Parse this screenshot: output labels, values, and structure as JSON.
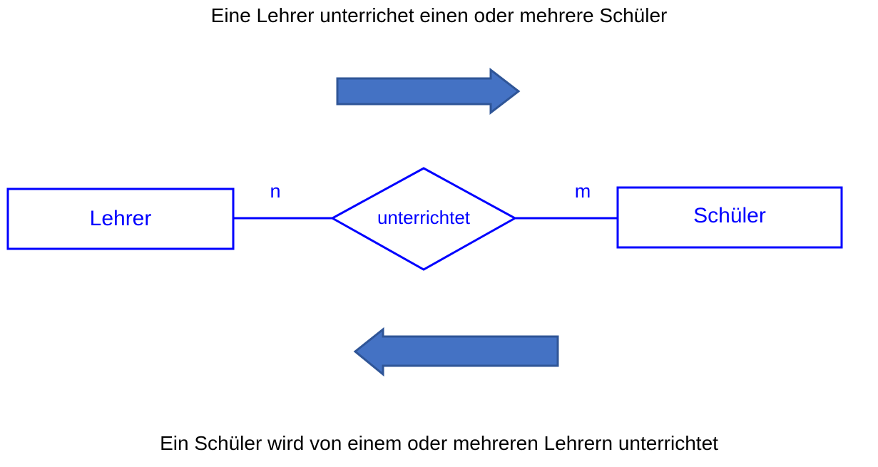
{
  "diagram": {
    "type": "entity-relationship",
    "title_top": "Eine Lehrer unterrichet einen oder mehrere Schüler",
    "title_bottom": "Ein Schüler wird von einem oder mehreren Lehrern unterrichtet",
    "colors": {
      "entity_stroke": "#0000FF",
      "entity_text": "#0000FF",
      "caption_text": "#000000",
      "arrow_fill": "#4472C4",
      "arrow_stroke": "#2F5597",
      "background": "#ffffff"
    },
    "entities": [
      {
        "id": "lehrer",
        "label": "Lehrer"
      },
      {
        "id": "schueler",
        "label": "Schüler"
      }
    ],
    "relationship": {
      "id": "unterrichtet",
      "label": "unterrichtet",
      "shape": "diamond"
    },
    "cardinalities": [
      {
        "id": "left",
        "label": "n",
        "between": "Lehrer - unterrichtet"
      },
      {
        "id": "right",
        "label": "m",
        "between": "unterrichtet - Schüler"
      }
    ],
    "arrows": [
      {
        "id": "arrow-top",
        "direction": "right",
        "describes": "Eine Lehrer unterrichet einen oder mehrere Schüler"
      },
      {
        "id": "arrow-bottom",
        "direction": "left",
        "describes": "Ein Schüler wird von einem oder mehreren Lehrern unterrichtet"
      }
    ]
  }
}
